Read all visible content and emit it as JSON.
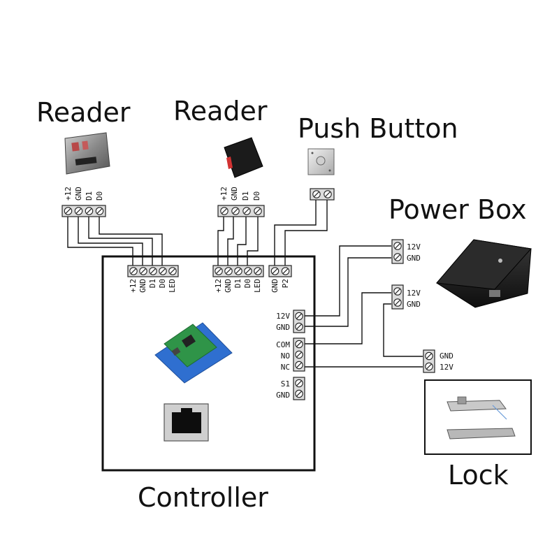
{
  "devices": {
    "reader1": {
      "title": "Reader",
      "pins": [
        "+12",
        "GND",
        "D1",
        "D0"
      ]
    },
    "reader2": {
      "title": "Reader",
      "pins": [
        "+12",
        "GND",
        "D1",
        "D0"
      ]
    },
    "push_button": {
      "title": "Push Button"
    },
    "power_box": {
      "title": "Power Box",
      "terminal1": [
        "12V",
        "GND"
      ],
      "terminal2": [
        "12V",
        "GND"
      ]
    },
    "lock": {
      "title": "Lock",
      "terminal": [
        "GND",
        "12V"
      ]
    },
    "controller": {
      "title": "Controller",
      "top_group1": [
        "+12",
        "GND",
        "D1",
        "D0",
        "LED"
      ],
      "top_group2": [
        "+12",
        "GND",
        "D1",
        "D0",
        "LED"
      ],
      "top_group3": [
        "GND",
        "P2"
      ],
      "side_group1": [
        "12V",
        "GND"
      ],
      "side_group2": [
        "COM",
        "NO",
        "NC"
      ],
      "side_group3": [
        "S1",
        "GND"
      ]
    }
  },
  "colors": {
    "line": "#111111",
    "background": "#ffffff"
  }
}
